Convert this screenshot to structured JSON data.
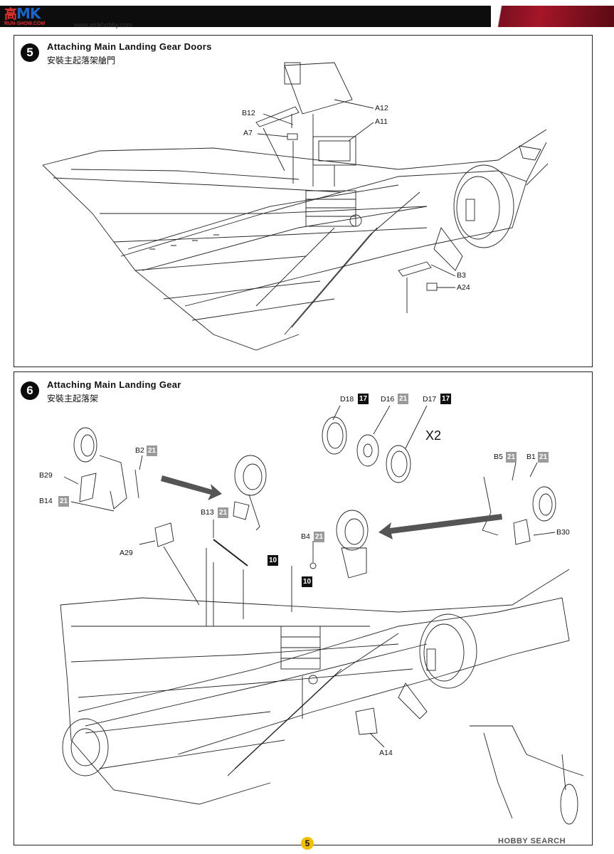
{
  "header": {
    "logo_mark": "高",
    "logo_brand": "MK",
    "logo_sub": "RUN-SHOW.COM",
    "website": "www.amkhobby.com"
  },
  "steps": [
    {
      "number": "5",
      "title": "Attaching Main Landing Gear Doors",
      "title_cn": "安裝主起落架艙門",
      "callouts": [
        "B12",
        "A7",
        "A12",
        "A11",
        "B3",
        "A24"
      ]
    },
    {
      "number": "6",
      "title": "Attaching Main Landing Gear",
      "title_cn": "安裝主起落架",
      "callouts": [
        "B2",
        "B29",
        "B14",
        "A29",
        "B13",
        "B4",
        "D18",
        "D16",
        "D17",
        "B5",
        "B1",
        "B30",
        "A14"
      ],
      "badges": {
        "b2": "21",
        "b14": "21",
        "b13": "21",
        "b4": "21",
        "d18": "17",
        "d16": "21",
        "d17": "17",
        "b5": "21",
        "b1": "21",
        "paint1": "10",
        "paint2": "10"
      },
      "multiplier": "X2"
    }
  ],
  "footer": {
    "page_number": "5",
    "watermark": "HOBBY SEARCH"
  }
}
